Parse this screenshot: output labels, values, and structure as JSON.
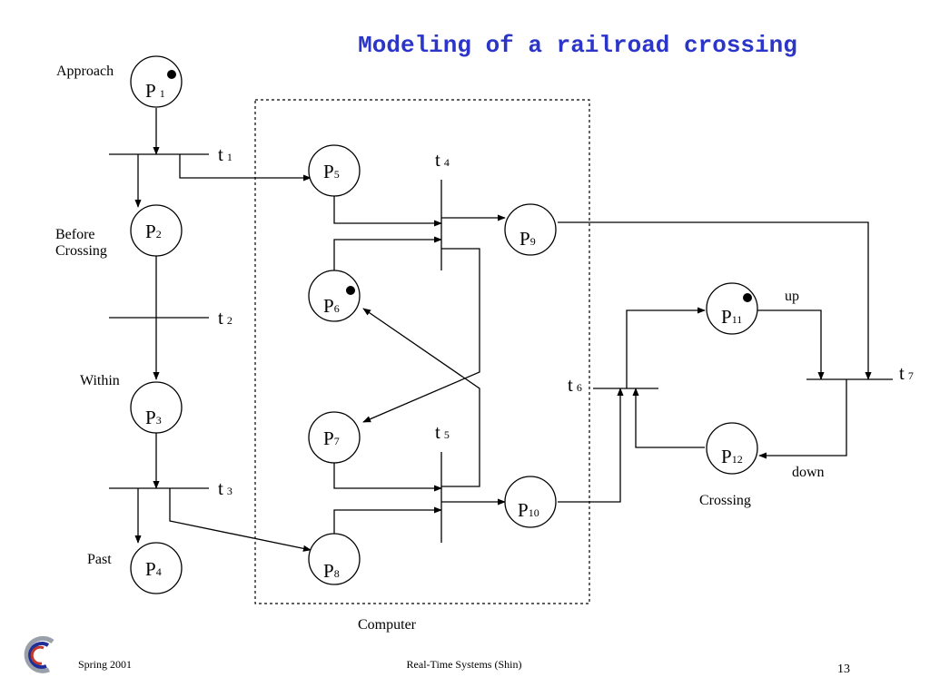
{
  "title": "Modeling of a railroad crossing",
  "places": [
    {
      "id": "P1",
      "base": "P",
      "sub": "1"
    },
    {
      "id": "P2",
      "base": "P",
      "sub": "2"
    },
    {
      "id": "P3",
      "base": "P",
      "sub": "3"
    },
    {
      "id": "P4",
      "base": "P",
      "sub": "4"
    },
    {
      "id": "P5",
      "base": "P",
      "sub": "5"
    },
    {
      "id": "P6",
      "base": "P",
      "sub": "6"
    },
    {
      "id": "P7",
      "base": "P",
      "sub": "7"
    },
    {
      "id": "P8",
      "base": "P",
      "sub": "8"
    },
    {
      "id": "P9",
      "base": "P",
      "sub": "9"
    },
    {
      "id": "P10",
      "base": "P",
      "sub": "10"
    },
    {
      "id": "P11",
      "base": "P",
      "sub": "11"
    },
    {
      "id": "P12",
      "base": "P",
      "sub": "12"
    }
  ],
  "transitions": [
    {
      "id": "t1",
      "base": "t",
      "sub": "1"
    },
    {
      "id": "t2",
      "base": "t",
      "sub": "2"
    },
    {
      "id": "t3",
      "base": "t",
      "sub": "3"
    },
    {
      "id": "t4",
      "base": "t",
      "sub": "4"
    },
    {
      "id": "t5",
      "base": "t",
      "sub": "5"
    },
    {
      "id": "t6",
      "base": "t",
      "sub": "6"
    },
    {
      "id": "t7",
      "base": "t",
      "sub": "7"
    }
  ],
  "tokens": [
    "P1",
    "P6",
    "P11"
  ],
  "labels": {
    "approach": "Approach",
    "before": "Before",
    "crossing_line2": "Crossing",
    "within": "Within",
    "past": "Past",
    "computer": "Computer",
    "up": "up",
    "down": "down",
    "crossing": "Crossing"
  },
  "footer": {
    "left": "Spring 2001",
    "center": "Real-Time Systems (Shin)",
    "page": "13"
  },
  "colors": {
    "title": "#2b35c8",
    "logo_blue": "#1f2f9a",
    "logo_red": "#c0392b",
    "logo_grey": "#9aa0aa"
  }
}
